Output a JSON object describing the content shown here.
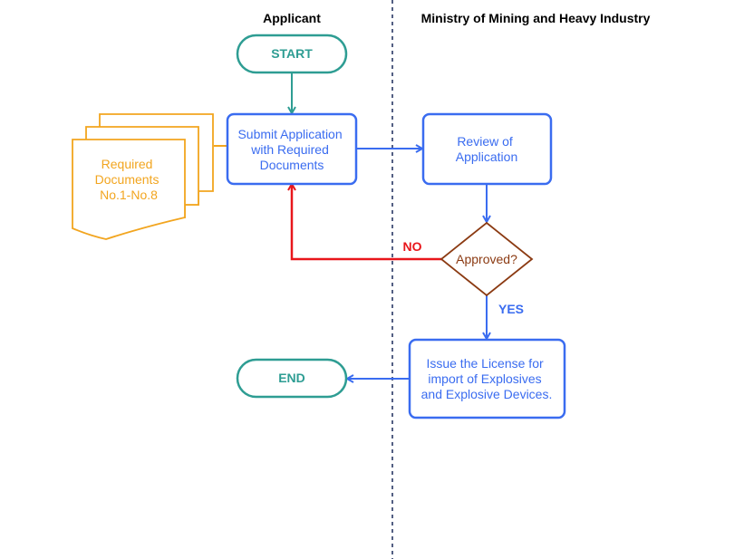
{
  "lanes": {
    "applicant": "Applicant",
    "ministry": "Ministry of Mining and Heavy Industry"
  },
  "nodes": {
    "start": "START",
    "end": "END",
    "documents": [
      "Required",
      "Documents",
      "No.1-No.8"
    ],
    "submit": [
      "Submit Application",
      "with Required",
      "Documents"
    ],
    "review": [
      "Review of",
      "Application"
    ],
    "decision": "Approved?",
    "issue": [
      "Issue the License for",
      "import of Explosives",
      "and Explosive Devices."
    ]
  },
  "edges": {
    "no": "NO",
    "yes": "YES"
  },
  "colors": {
    "terminal": "#2e9d93",
    "process": "#3a6cf0",
    "document": "#f2a51f",
    "decision": "#8b3a12",
    "no_path": "#e8161b",
    "lane_divider": "#1a2a5a"
  }
}
